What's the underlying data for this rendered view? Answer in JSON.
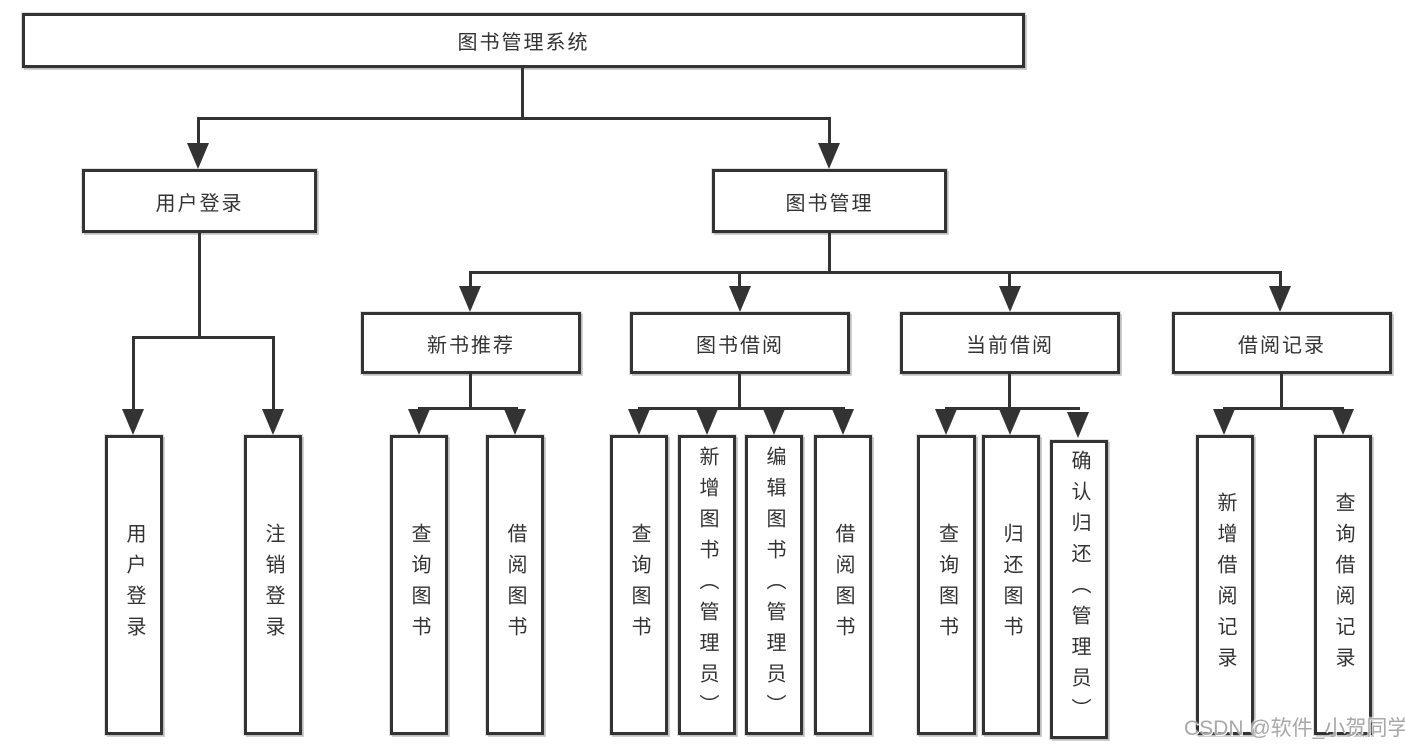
{
  "diagram": {
    "root": "图书管理系统",
    "level2": [
      "用户登录",
      "图书管理"
    ],
    "level3": [
      "新书推荐",
      "图书借阅",
      "当前借阅",
      "借阅记录"
    ],
    "leaves": [
      "用户登录",
      "注销登录",
      "查询图书",
      "借阅图书",
      "查询图书",
      "新增图书（管理员）",
      "编辑图书（管理员）",
      "借阅图书",
      "查询图书",
      "归还图书",
      "确认归还（管理员）",
      "新增借阅记录",
      "查询借阅记录"
    ]
  },
  "watermark": "CSDN @软件_小贺同学",
  "colors": {
    "line": "#333333",
    "text": "#333333",
    "watermark": "#a8a8a8",
    "background": "#ffffff"
  }
}
